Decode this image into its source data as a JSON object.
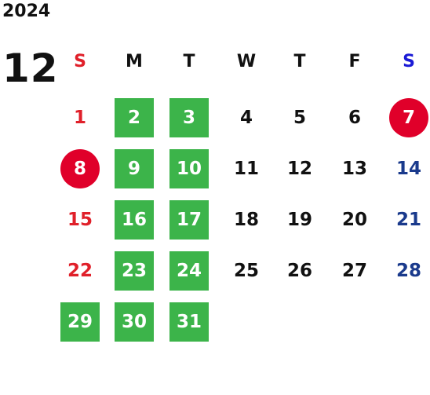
{
  "calendar": {
    "year": "2024",
    "month": "12",
    "weekdays": [
      "S",
      "M",
      "T",
      "W",
      "T",
      "F",
      "S"
    ],
    "weekday_colors": [
      "#e0202a",
      "#111111",
      "#111111",
      "#111111",
      "#111111",
      "#111111",
      "#1a1ad6"
    ],
    "rows": [
      [
        "1",
        "2",
        "3",
        "4",
        "5",
        "6",
        "7"
      ],
      [
        "8",
        "9",
        "10",
        "11",
        "12",
        "13",
        "14"
      ],
      [
        "15",
        "16",
        "17",
        "18",
        "19",
        "20",
        "21"
      ],
      [
        "22",
        "23",
        "24",
        "25",
        "26",
        "27",
        "28"
      ],
      [
        "29",
        "30",
        "31",
        "",
        "",
        "",
        ""
      ]
    ],
    "closed_days": [
      "2",
      "3",
      "9",
      "10",
      "16",
      "17",
      "23",
      "24",
      "29",
      "30",
      "31"
    ],
    "holiday_days": [
      "7",
      "8"
    ],
    "colors": {
      "closed_bg": "#3cb44a",
      "holiday_bg": "#e0002a",
      "sunday_text": "#e0202a",
      "saturday_text": "#1a3a8c",
      "weekday_text": "#111111"
    }
  }
}
